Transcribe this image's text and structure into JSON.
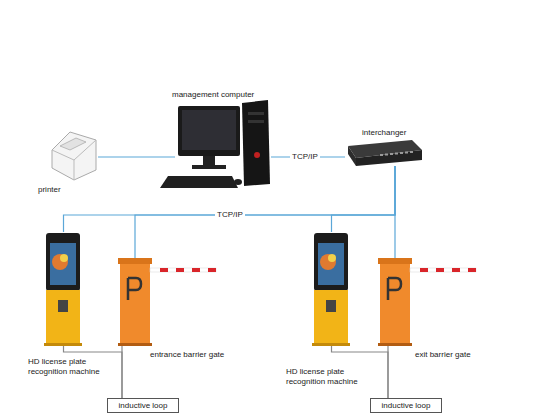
{
  "diagram": {
    "nodes": [
      {
        "text": [
          "printer"
        ]
      },
      {
        "text": [
          "management computer"
        ]
      },
      {
        "text": [
          "interchanger"
        ]
      },
      {
        "text": [
          "HD license plate recognition machine"
        ]
      },
      {
        "text": [
          "entrance barrier gate"
        ]
      },
      {
        "text": [
          "HD license plate recognition machine"
        ]
      },
      {
        "text": [
          "exit barrier gate"
        ]
      },
      {
        "text": [
          "inductive loop"
        ]
      },
      {
        "text": [
          "inductive loop"
        ]
      }
    ],
    "edges": [
      {
        "from": 0,
        "to": 1,
        "arrow": "none"
      },
      {
        "from": 1,
        "to": 2,
        "label": "TCP/IP",
        "arrow": "none"
      },
      {
        "from": 2,
        "to": 3,
        "label": "TCP/IP",
        "arrow": "none"
      },
      {
        "from": 2,
        "to": 4,
        "arrow": "none"
      },
      {
        "from": 2,
        "to": 5,
        "arrow": "none"
      },
      {
        "from": 2,
        "to": 6,
        "arrow": "none"
      },
      {
        "from": 3,
        "to": 7,
        "arrow": "none"
      },
      {
        "from": 4,
        "to": 7,
        "arrow": "none"
      },
      {
        "from": 5,
        "to": 8,
        "arrow": "none"
      },
      {
        "from": 6,
        "to": 8,
        "arrow": "none"
      }
    ]
  }
}
